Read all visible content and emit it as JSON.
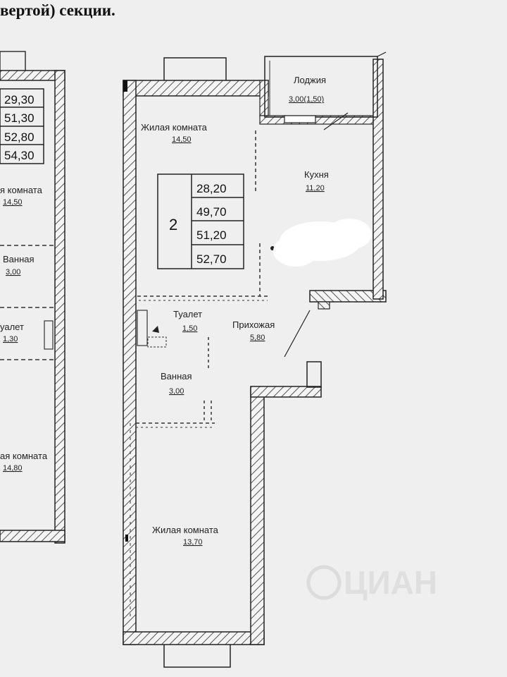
{
  "header": {
    "title": "вертой) секции."
  },
  "left_plan": {
    "areas": [
      "29,30",
      "51,30",
      "52,80",
      "54,30"
    ],
    "rooms": [
      {
        "name": "я комната",
        "area": "14,50"
      },
      {
        "name": "Ванная",
        "area": "3,00"
      },
      {
        "name": "уалет",
        "area": "1,30"
      },
      {
        "name": "ая комната",
        "area": "14,80"
      }
    ]
  },
  "main_plan": {
    "room_count": "2",
    "areas": [
      "28,20",
      "49,70",
      "51,20",
      "52,70"
    ],
    "rooms": {
      "living1": {
        "name": "Жилая комната",
        "area": "14,50"
      },
      "loggia": {
        "name": "Лоджия",
        "area": "3,00(1,50)"
      },
      "kitchen": {
        "name": "Кухня",
        "area": "11,20"
      },
      "toilet": {
        "name": "Туалет",
        "area": "1,50"
      },
      "hallway": {
        "name": "Прихожая",
        "area": "5,80"
      },
      "bathroom": {
        "name": "Ванная",
        "area": "3,00"
      },
      "living2": {
        "name": "Жилая комната",
        "area": "13,70"
      }
    }
  },
  "watermark": {
    "text": "ЦИАН"
  },
  "colors": {
    "paper": "#efefef",
    "wall": "#222222",
    "hatch": "#555555"
  }
}
